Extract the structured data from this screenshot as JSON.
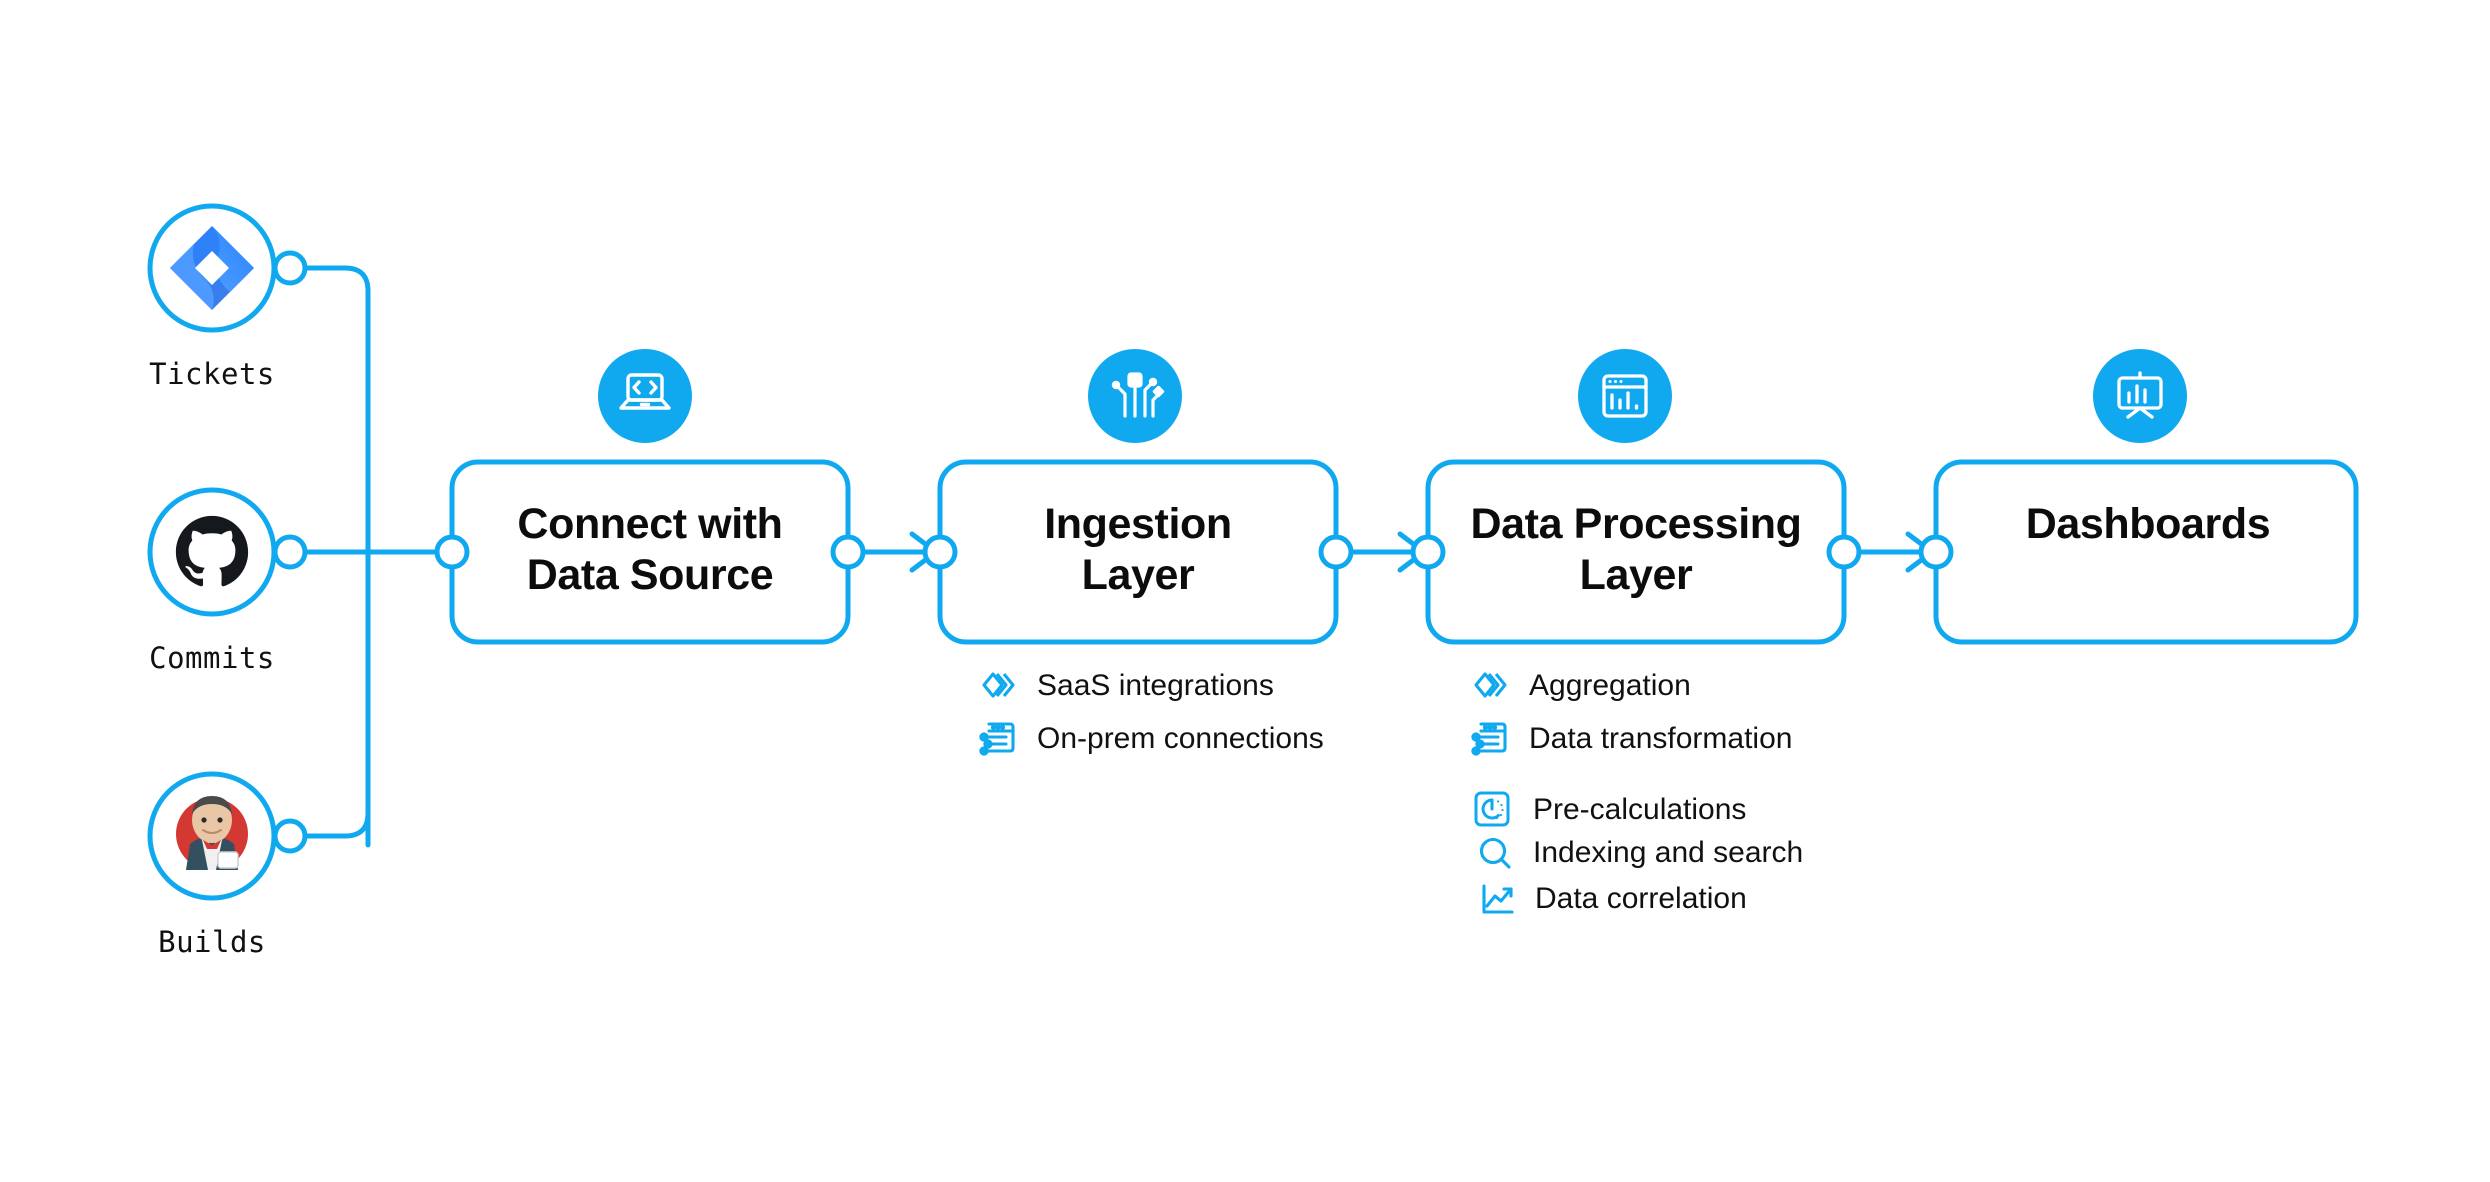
{
  "theme": {
    "accent": "#10A9F0",
    "accent_deep": "#00A3EE",
    "text": "#111111",
    "background": "#FFFFFF",
    "jira_blue": "#2684FF",
    "jira_blue_dark": "#1558D6",
    "github_black": "#15181C",
    "jenkins_red": "#D33833",
    "jenkins_skin": "#E9C6A6",
    "jenkins_suit": "#335061"
  },
  "sources": [
    {
      "id": "tickets",
      "label": "Tickets",
      "icon": "jira-icon"
    },
    {
      "id": "commits",
      "label": "Commits",
      "icon": "github-icon"
    },
    {
      "id": "builds",
      "label": "Builds",
      "icon": "jenkins-icon"
    }
  ],
  "stages": [
    {
      "id": "connect-with-data-source",
      "badge_icon": "laptop-code-icon",
      "title_lines": [
        "Connect with",
        "Data Source"
      ],
      "features": []
    },
    {
      "id": "ingestion-layer",
      "badge_icon": "circuit-nodes-icon",
      "title_lines": [
        "Ingestion",
        "Layer"
      ],
      "features": [
        {
          "label": "SaaS integrations",
          "icon": "stacked-chevrons-icon"
        },
        {
          "label": "On-prem connections",
          "icon": "window-sliders-icon"
        }
      ]
    },
    {
      "id": "data-processing-layer",
      "badge_icon": "window-barchart-icon",
      "title_lines": [
        "Data Processing",
        "Layer"
      ],
      "features": [
        {
          "label": "Aggregation",
          "icon": "stacked-chevrons-icon"
        },
        {
          "label": "Data transformation",
          "icon": "window-sliders-icon"
        },
        {
          "label": "Pre-calculations",
          "icon": "gauge-square-icon"
        },
        {
          "label": "Indexing and search",
          "icon": "magnifier-icon"
        },
        {
          "label": "Data correlation",
          "icon": "line-chart-icon"
        }
      ]
    },
    {
      "id": "dashboards",
      "badge_icon": "presentation-chart-icon",
      "title_lines": [
        "Dashboards"
      ],
      "features": []
    }
  ],
  "connectors": [
    {
      "from": "connect-with-data-source",
      "to": "ingestion-layer",
      "arrow": true
    },
    {
      "from": "ingestion-layer",
      "to": "data-processing-layer",
      "arrow": true
    },
    {
      "from": "data-processing-layer",
      "to": "dashboards",
      "arrow": true
    }
  ]
}
